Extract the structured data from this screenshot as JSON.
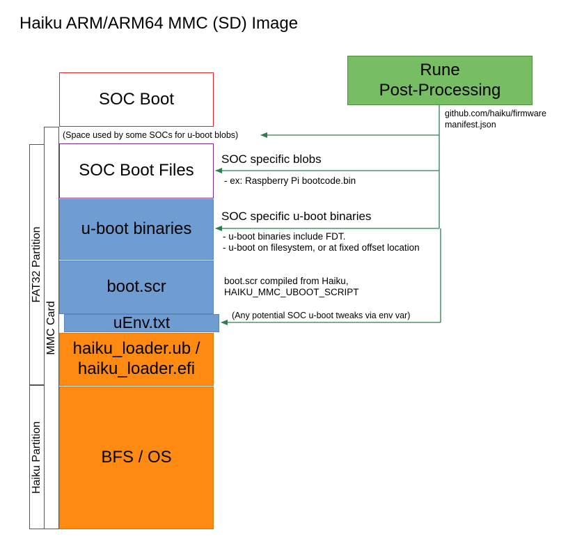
{
  "title": "Haiku ARM/ARM64 MMC (SD) Image",
  "colors": {
    "green_box": "#77bd63",
    "blue_block": "#6f9dd2",
    "orange_block": "#ff8a12",
    "red_border": "#d62728",
    "purple_border": "#7a2c8c",
    "arrow": "#2e7d4f"
  },
  "blocks": {
    "soc_boot": "SOC Boot",
    "space_note": "(Space used by some SOCs for u-boot blobs)",
    "soc_boot_files": "SOC Boot Files",
    "uboot_binaries": "u-boot binaries",
    "boot_scr": "boot.scr",
    "uenv": "uEnv.txt",
    "loader_line1": "haiku_loader.ub /",
    "loader_line2": "haiku_loader.efi",
    "bfs": "BFS / OS"
  },
  "side_labels": {
    "mmc_card": "MMC Card",
    "fat32": "FAT32 Partition",
    "haiku": "Haiku Partition"
  },
  "rune": {
    "line1": "Rune",
    "line2": "Post-Processing",
    "source1": "github.com/haiku/firmware",
    "source2": "manifest.json"
  },
  "annotations": {
    "soc_blobs": "SOC specific blobs",
    "soc_blobs_example": "- ex: Raspberry Pi bootcode.bin",
    "uboot_bins": "SOC specific u-boot binaries",
    "uboot_note1": "- u-boot binaries include FDT.",
    "uboot_note2": "- u-boot on filesystem, or at fixed offset location",
    "bootscr_note1": "boot.scr compiled from Haiku,",
    "bootscr_note2": "HAIKU_MMC_UBOOT_SCRIPT",
    "env_note": "(Any potential SOC u-boot tweaks via env var)"
  }
}
